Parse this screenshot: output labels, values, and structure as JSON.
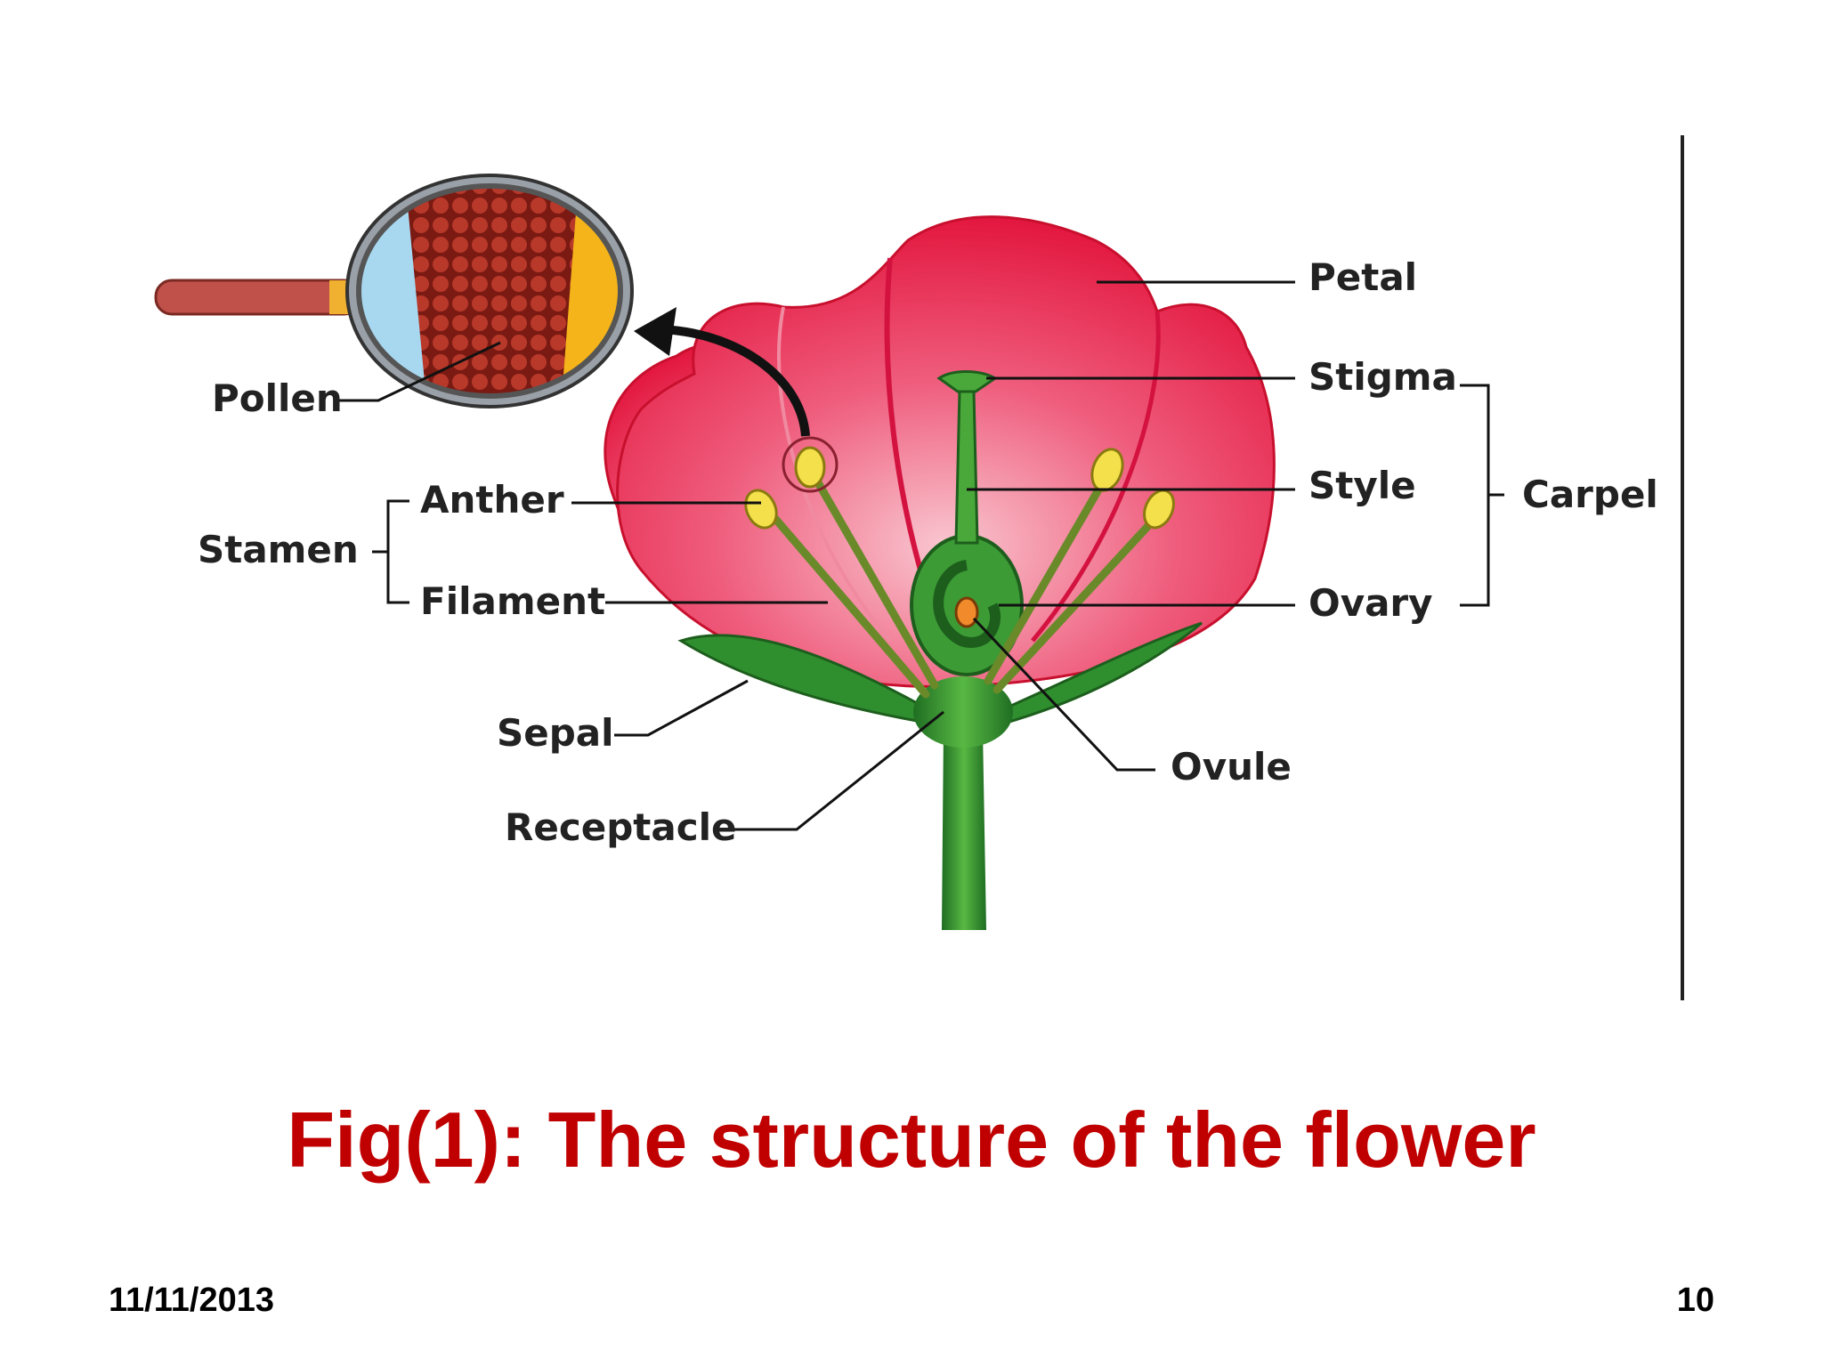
{
  "figure": {
    "labels": {
      "petal": "Petal",
      "stigma": "Stigma",
      "style": "Style",
      "ovary": "Ovary",
      "carpel": "Carpel",
      "ovule": "Ovule",
      "anther": "Anther",
      "filament": "Filament",
      "stamen": "Stamen",
      "sepal": "Sepal",
      "receptacle": "Receptacle",
      "pollen": "Pollen"
    },
    "colors": {
      "petal": "#e8204a",
      "petal_inner": "#f6a3b3",
      "stem": "#2e8b2e",
      "anther": "#f4e04a",
      "pollen": "#a0281c"
    }
  },
  "caption": "Fig(1): The structure of the flower",
  "footer": {
    "date": "11/11/2013",
    "page_number": "10"
  }
}
